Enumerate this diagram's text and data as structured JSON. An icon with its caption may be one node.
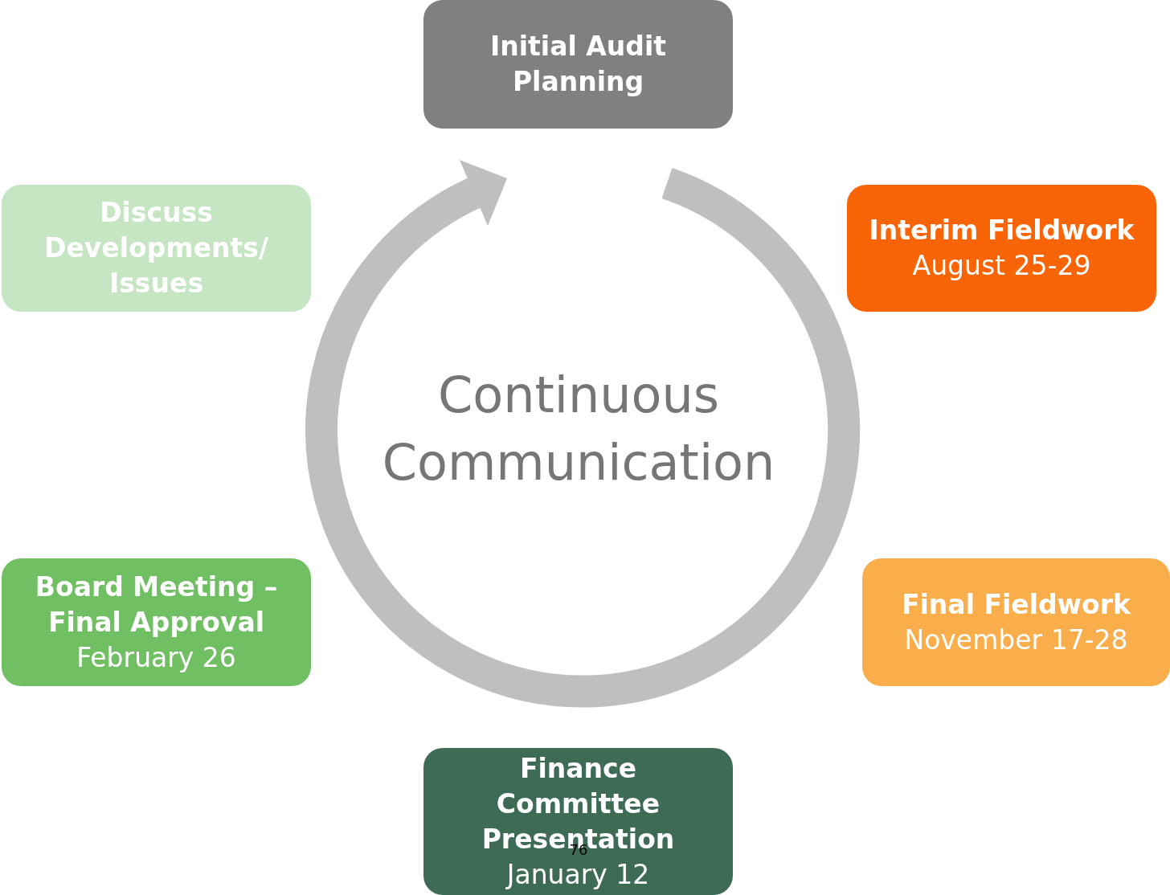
{
  "diagram": {
    "nodes": [
      {
        "text": [
          "Initial Audit Planning"
        ]
      },
      {
        "text": [
          "Interim Fieldwork",
          "August 25-29"
        ]
      },
      {
        "text": [
          "Final Fieldwork",
          "November 17-28"
        ]
      },
      {
        "text": [
          "Finance Committee Presentation",
          "January 12"
        ]
      },
      {
        "text": [
          "Board Meeting – Final Approval",
          "February 26"
        ]
      },
      {
        "text": [
          "Discuss Developments/ Issues"
        ]
      }
    ],
    "edges": [],
    "labels": [
      "Continuous Communication",
      "76"
    ]
  }
}
